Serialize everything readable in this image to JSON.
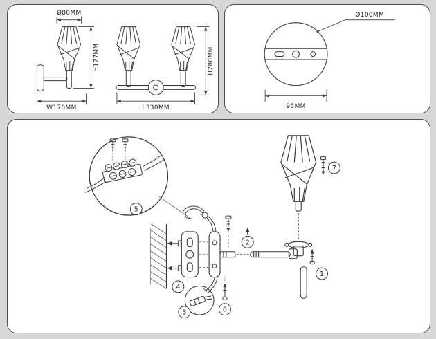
{
  "page": {
    "background_color": "#d7d7d7",
    "panel_background": "#ffffff",
    "line_color": "#3a3a3a"
  },
  "dimensions_panel": {
    "shade_diameter_label": "Ø80MM",
    "single_height_label": "H177MM",
    "single_width_label": "W170MM",
    "double_length_label": "L330MM",
    "double_height_label": "H280MM"
  },
  "plate_panel": {
    "plate_diameter_label": "Ø100MM",
    "plate_width_label": "95MM"
  },
  "assembly_panel": {
    "steps": [
      "1",
      "2",
      "3",
      "4",
      "5",
      "6",
      "7"
    ]
  }
}
